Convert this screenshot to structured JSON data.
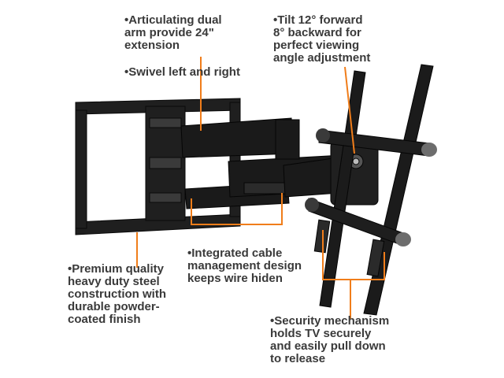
{
  "callouts": {
    "articulating": "•Articulating dual\narm provide 24\"\nextension",
    "swivel": "•Swivel left and right",
    "tilt": "•Tilt 12° forward\n8° backward for\nperfect viewing\nangle adjustment",
    "steel": "•Premium quality\nheavy duty steel\nconstruction with\ndurable powder-\ncoated finish",
    "cable": "•Integrated cable\nmanagement design\nkeeps wire hiden",
    "security": "•Security mechanism\nholds TV securely\nand easily pull down\nto release"
  },
  "colors": {
    "leader_line": "#f07d1a",
    "text": "#3a3a3a",
    "mount_body": "#1c1c1c",
    "background": "#ffffff"
  }
}
